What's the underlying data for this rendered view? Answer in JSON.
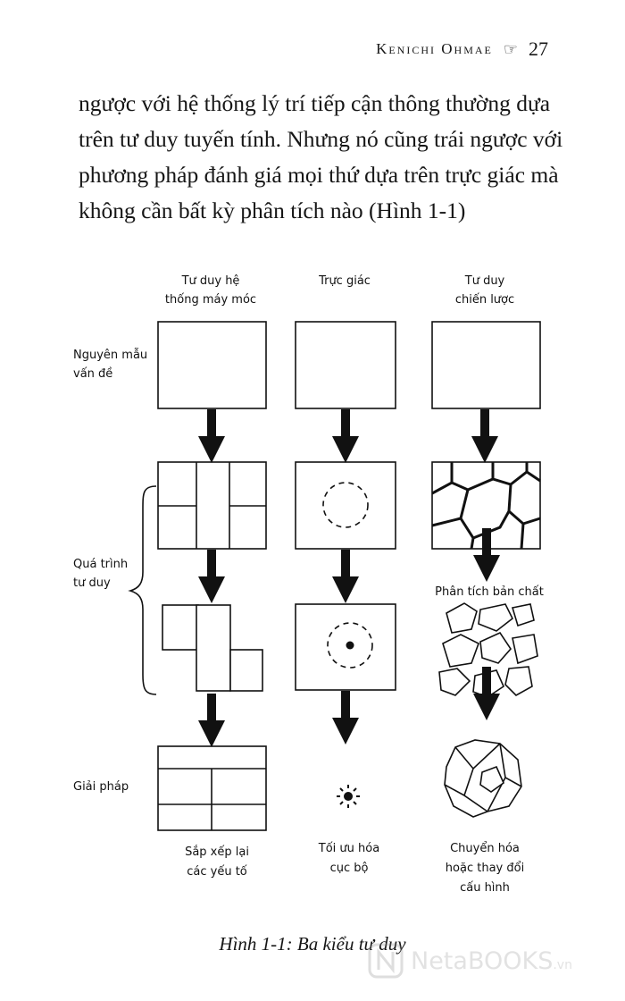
{
  "running_head": {
    "author": "Kenichi Ohmae",
    "page_number": "27",
    "pointer_icon": "pointing-hand-icon"
  },
  "body": {
    "lines": [
      "ngược với hệ thống lý trí tiếp cận thông thường dựa",
      "trên tư duy tuyến tính. Nhưng nó cũng trái ngược với",
      "phương pháp đánh giá mọi thứ dựa trên trực giác mà",
      "không cần bất kỳ phân tích nào (Hình 1-1)"
    ]
  },
  "figure": {
    "columns": [
      {
        "line1": "Tư duy hệ",
        "line2": "thống máy móc"
      },
      {
        "line1": "Trực giác",
        "line2": ""
      },
      {
        "line1": "Tư duy",
        "line2": "chiến lược"
      }
    ],
    "rows": {
      "problem": {
        "line1": "Nguyên mẫu",
        "line2": "vấn đề"
      },
      "process": {
        "line1": "Quá trình",
        "line2": "tư duy"
      },
      "solution": {
        "line1": "Giải pháp"
      }
    },
    "analysis_label": "Phân tích bản chất",
    "results": [
      {
        "line1": "Sắp xếp lại",
        "line2": "các yếu tố",
        "line3": ""
      },
      {
        "line1": "Tối ưu hóa",
        "line2": "cục bộ",
        "line3": ""
      },
      {
        "line1": "Chuyển hóa",
        "line2": "hoặc thay đổi",
        "line3": "cấu hình"
      }
    ]
  },
  "caption": "Hình 1-1: Ba kiểu tư duy",
  "watermark": {
    "brand": "NetaBOOKS",
    "suffix": ".vn",
    "logo_icon": "netabooks-logo-icon"
  }
}
